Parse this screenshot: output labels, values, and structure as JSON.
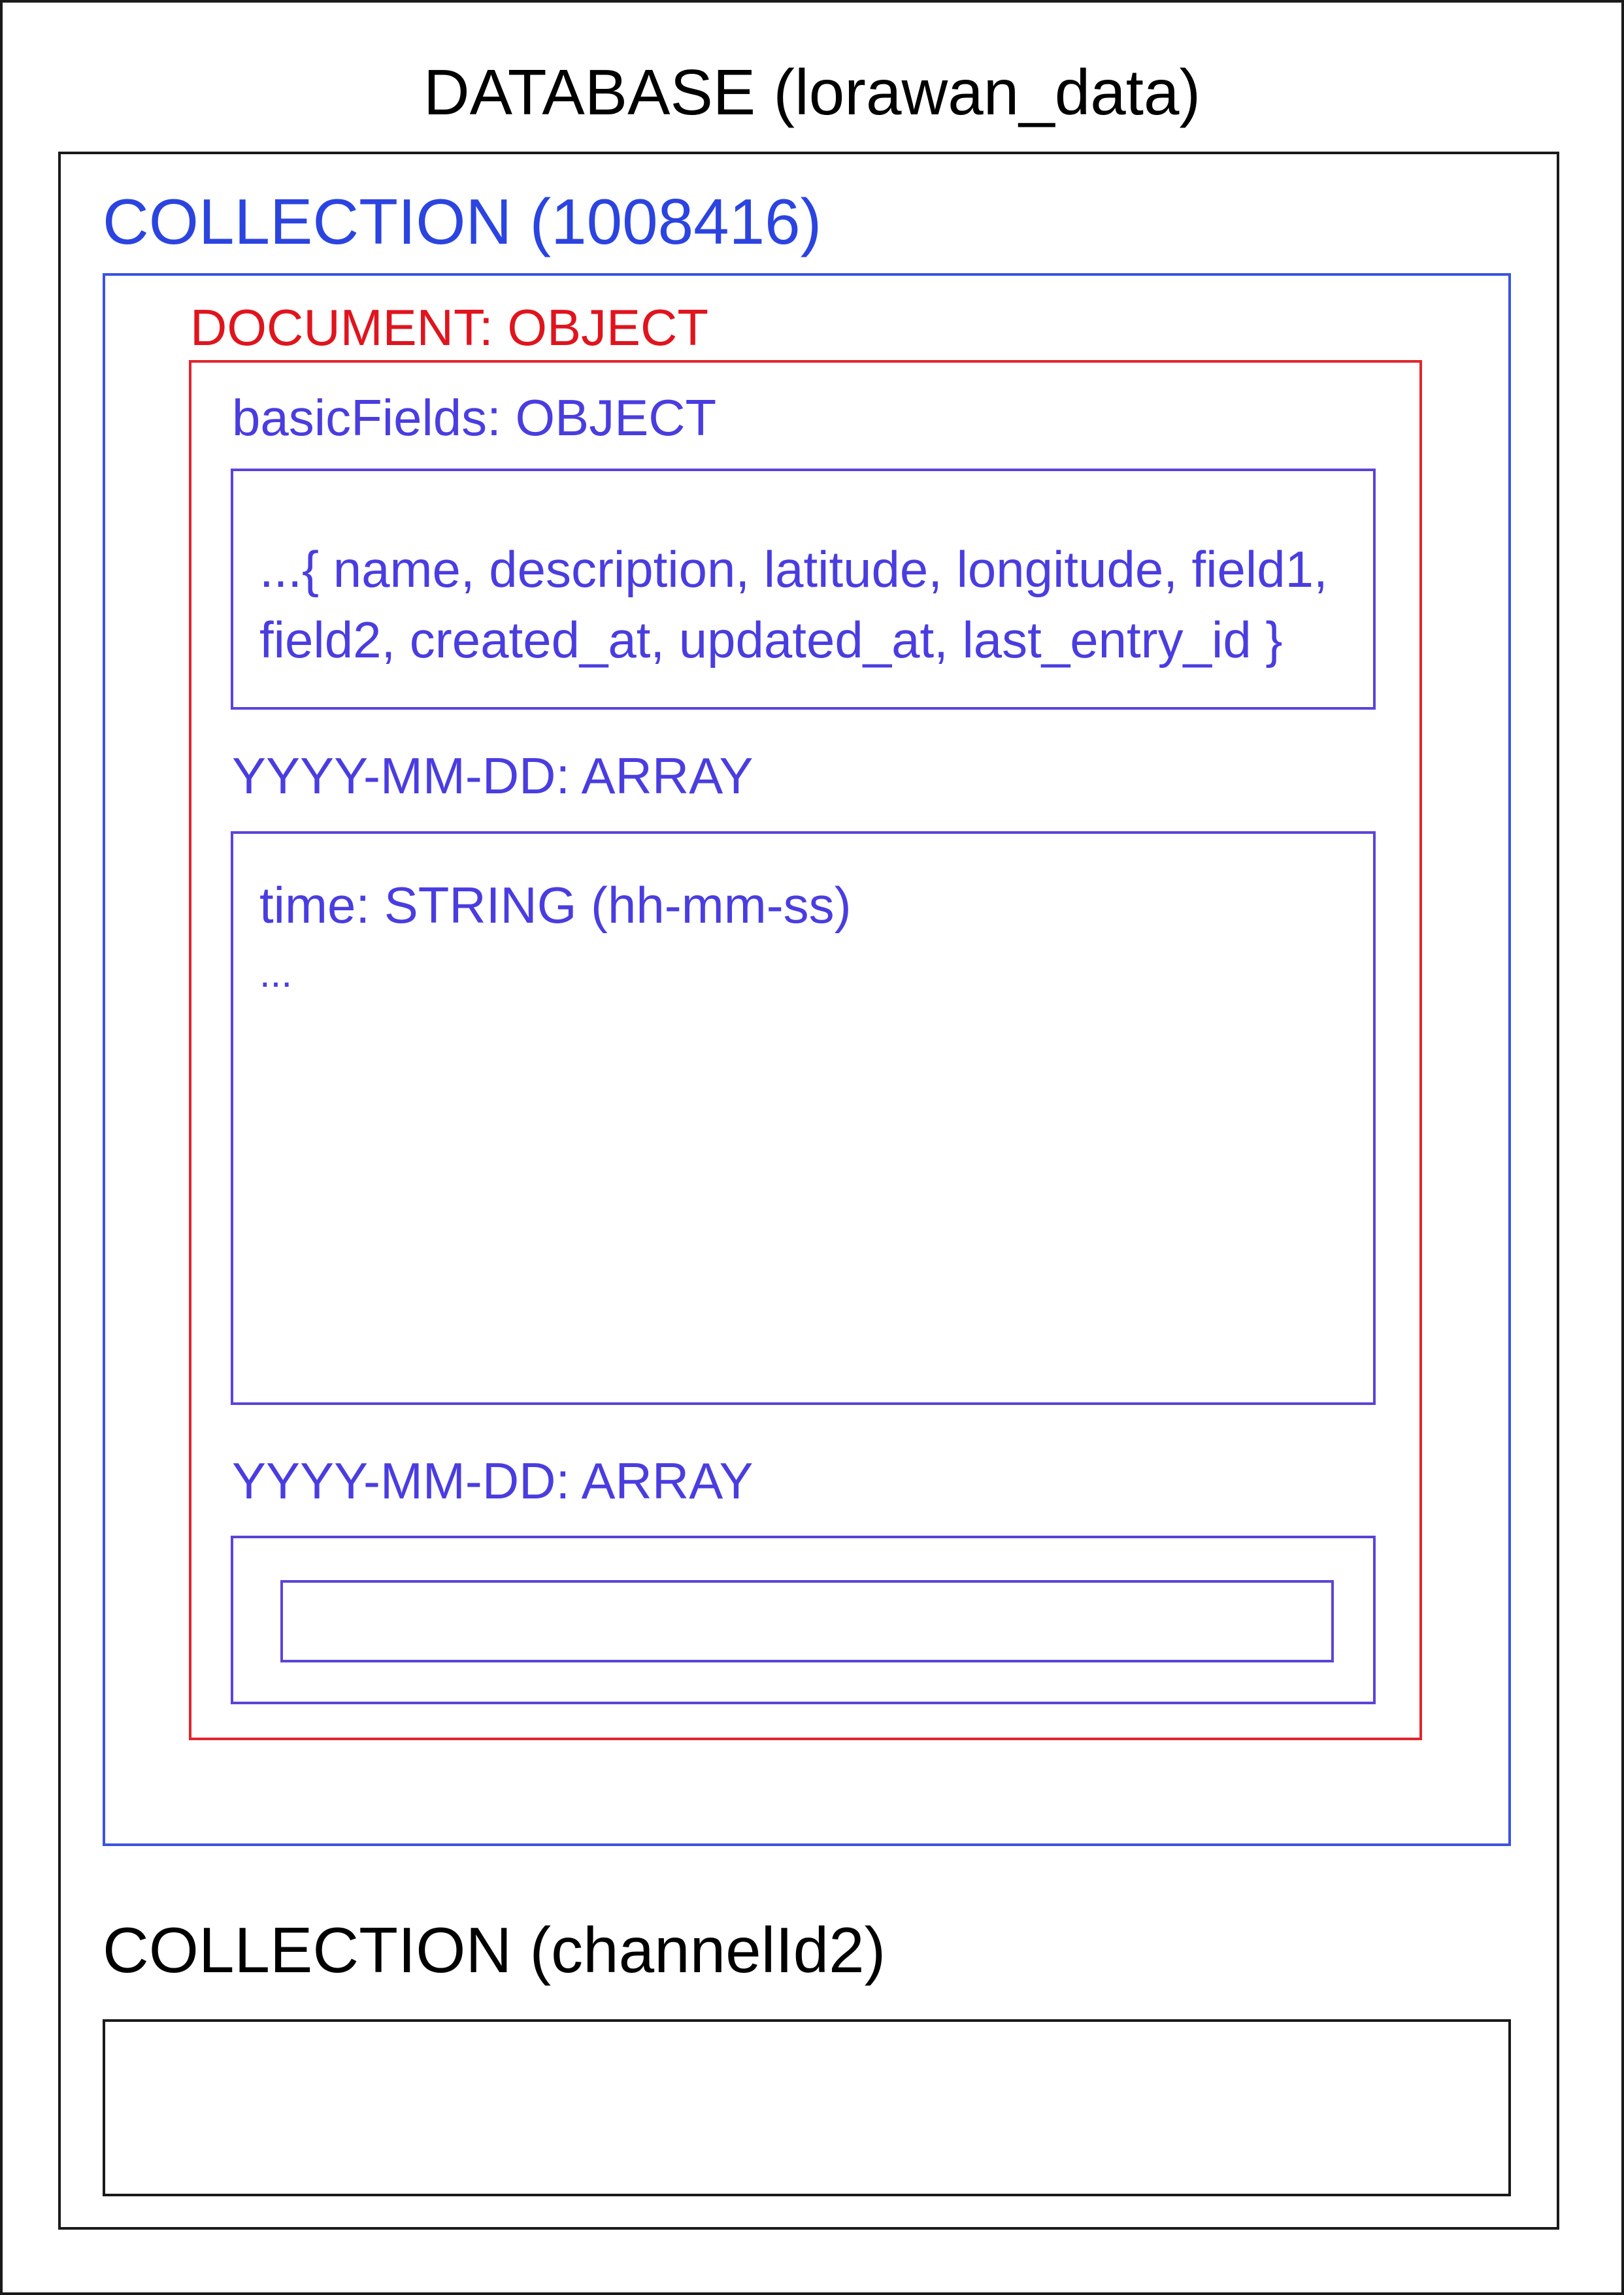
{
  "database": {
    "title": "DATABASE (lorawan_data)"
  },
  "collection_primary": {
    "title": "COLLECTION (1008416)",
    "document": {
      "title": "DOCUMENT: OBJECT",
      "basic_fields": {
        "title": "basicFields: OBJECT",
        "line1": "...{ name, description, latitude, longitude, field1,",
        "line2": "field2, created_at, updated_at, last_entry_id }"
      },
      "array_first": {
        "title": "YYYY-MM-DD: ARRAY",
        "time_line": "time: STRING (hh-mm-ss)",
        "ellipsis": "..."
      },
      "array_second": {
        "title": "YYYY-MM-DD: ARRAY"
      }
    }
  },
  "collection_secondary": {
    "title": "COLLECTION (channelId2)"
  },
  "colors": {
    "database": "#000000",
    "collection": "#2b44e0",
    "document": "#e0141e",
    "field": "#4a3de0"
  }
}
